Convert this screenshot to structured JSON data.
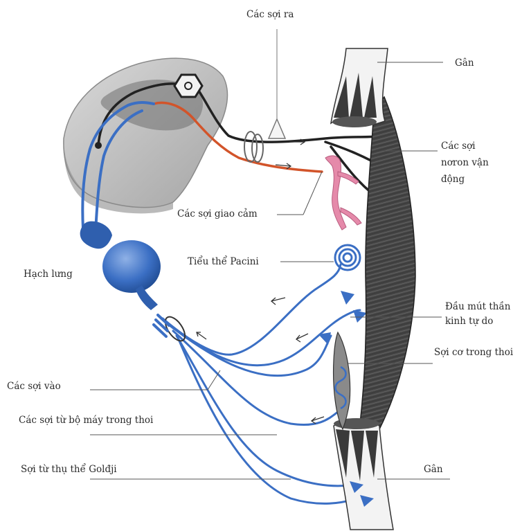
{
  "labels": {
    "efferent_fibers": "Các sợi ra",
    "tendon_top": "Gân",
    "motor_neuron_fibers_1": "Các sợi",
    "motor_neuron_fibers_2": "nơron vận",
    "motor_neuron_fibers_3": "động",
    "sympathetic_fibers": "Các sợi giao cảm",
    "pacinian_corpuscle": "Tiểu thể Pacini",
    "dorsal_root_ganglion": "Hạch lưng",
    "free_nerve_endings_1": "Đầu mút thần",
    "free_nerve_endings_2": "kinh tự do",
    "intrafusal_fiber": "Sợi cơ trong thoi",
    "afferent_fibers": "Các sợi vào",
    "spindle_apparatus_fibers": "Các sợi từ bộ máy trong thoi",
    "golgi_tendon_fiber": "Sợi từ thụ thể Golđji",
    "tendon_bottom": "Gân"
  },
  "colors": {
    "sensory_nerve": "#3b6fc4",
    "motor_nerve": "#222222",
    "sympathetic_nerve": "#d2542a",
    "blood_vessel": "#e58aaa",
    "muscle": "#3f3f3f",
    "spinal_cord": "#b9b9b9"
  }
}
